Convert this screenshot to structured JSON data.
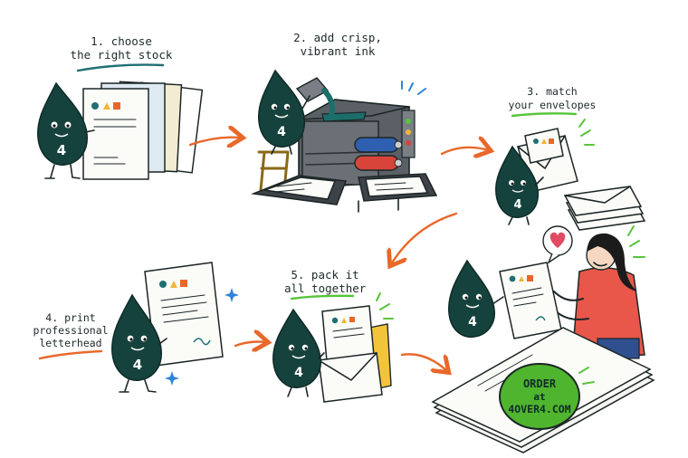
{
  "steps": [
    {
      "id": "step-1",
      "lines": [
        "1. choose",
        "the right stock"
      ]
    },
    {
      "id": "step-2",
      "lines": [
        "2. add crisp,",
        "vibrant ink"
      ]
    },
    {
      "id": "step-3",
      "lines": [
        "3. match",
        "your envelopes"
      ]
    },
    {
      "id": "step-4",
      "lines": [
        "4. print",
        "professional",
        "letterhead"
      ]
    },
    {
      "id": "step-5",
      "lines": [
        "5. pack it",
        "all together"
      ]
    }
  ],
  "mascot": {
    "badge": "4"
  },
  "cta": {
    "lines": [
      "ORDER",
      "at",
      "4OVER4.COM"
    ]
  },
  "colors": {
    "mascot": "#15423c",
    "accent_orange": "#e8682a",
    "underline_teal": "#1f6f73",
    "underline_green": "#58c43a",
    "cta_green": "#4fb42e",
    "roller_blue": "#2f5fb0",
    "roller_red": "#d9443a",
    "heart": "#e14a62",
    "shirt": "#e8574a",
    "sparkle": "#2f84d8"
  },
  "icons": [
    "droplet-mascot",
    "printing-press",
    "envelope",
    "heart-icon",
    "sparkle-icon",
    "flow-arrow"
  ]
}
